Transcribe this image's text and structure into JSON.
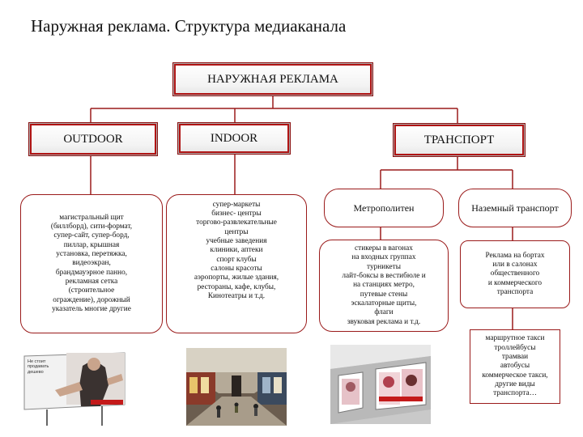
{
  "title": "Наружная реклама. Структура медиаканала",
  "root": "НАРУЖНАЯ РЕКЛАМА",
  "outdoor": {
    "label": "OUTDOOR",
    "details": [
      "магистральный щит",
      "(биллборд), сити-формат,",
      "супер-сайт, супер-борд,",
      "пиллар, крышная",
      "установка, перетяжка,",
      "видеоэкран,",
      "брандмауэрное панно,",
      "рекламная сетка",
      "(строительное",
      "ограждение), дорожный",
      "указатель многие другие"
    ]
  },
  "indoor": {
    "label": "INDOOR",
    "details": [
      "супер-маркеты",
      "бизнес- центры",
      "торгово-развлекательные",
      "центры",
      "учебные заведения",
      "клиники, аптеки",
      "спорт клубы",
      "салоны красоты",
      "аэропорты, жилые здания,",
      "рестораны, кафе, клубы,",
      "Кинотеатры и т.д."
    ]
  },
  "transport": {
    "label": "ТРАНСПОРТ",
    "metro": {
      "label": "Метрополитен",
      "details": [
        "стикеры в вагонах",
        "на входных группах",
        "турникеты",
        "лайт-боксы в вестибюле и",
        "на станциях метро,",
        "путевые стены",
        "эскалаторные щиты,",
        "флаги",
        "звуковая реклама и т.д."
      ]
    },
    "ground": {
      "label": "Наземный транспорт",
      "details": [
        "Реклама на бортах",
        "или в салонах",
        "общественного",
        "и коммерческого",
        "транспорта"
      ],
      "vehicles": [
        "маршрутное такси",
        "троллейбусы",
        "трамваи",
        "автобусы",
        "коммерческое такси,",
        "другие виды",
        "транспорта…"
      ]
    }
  },
  "billboard_caption": [
    "Не стоит",
    "продавать",
    "дешево"
  ],
  "colors": {
    "accent": "#b01313",
    "connector": "#9a1a1a"
  }
}
